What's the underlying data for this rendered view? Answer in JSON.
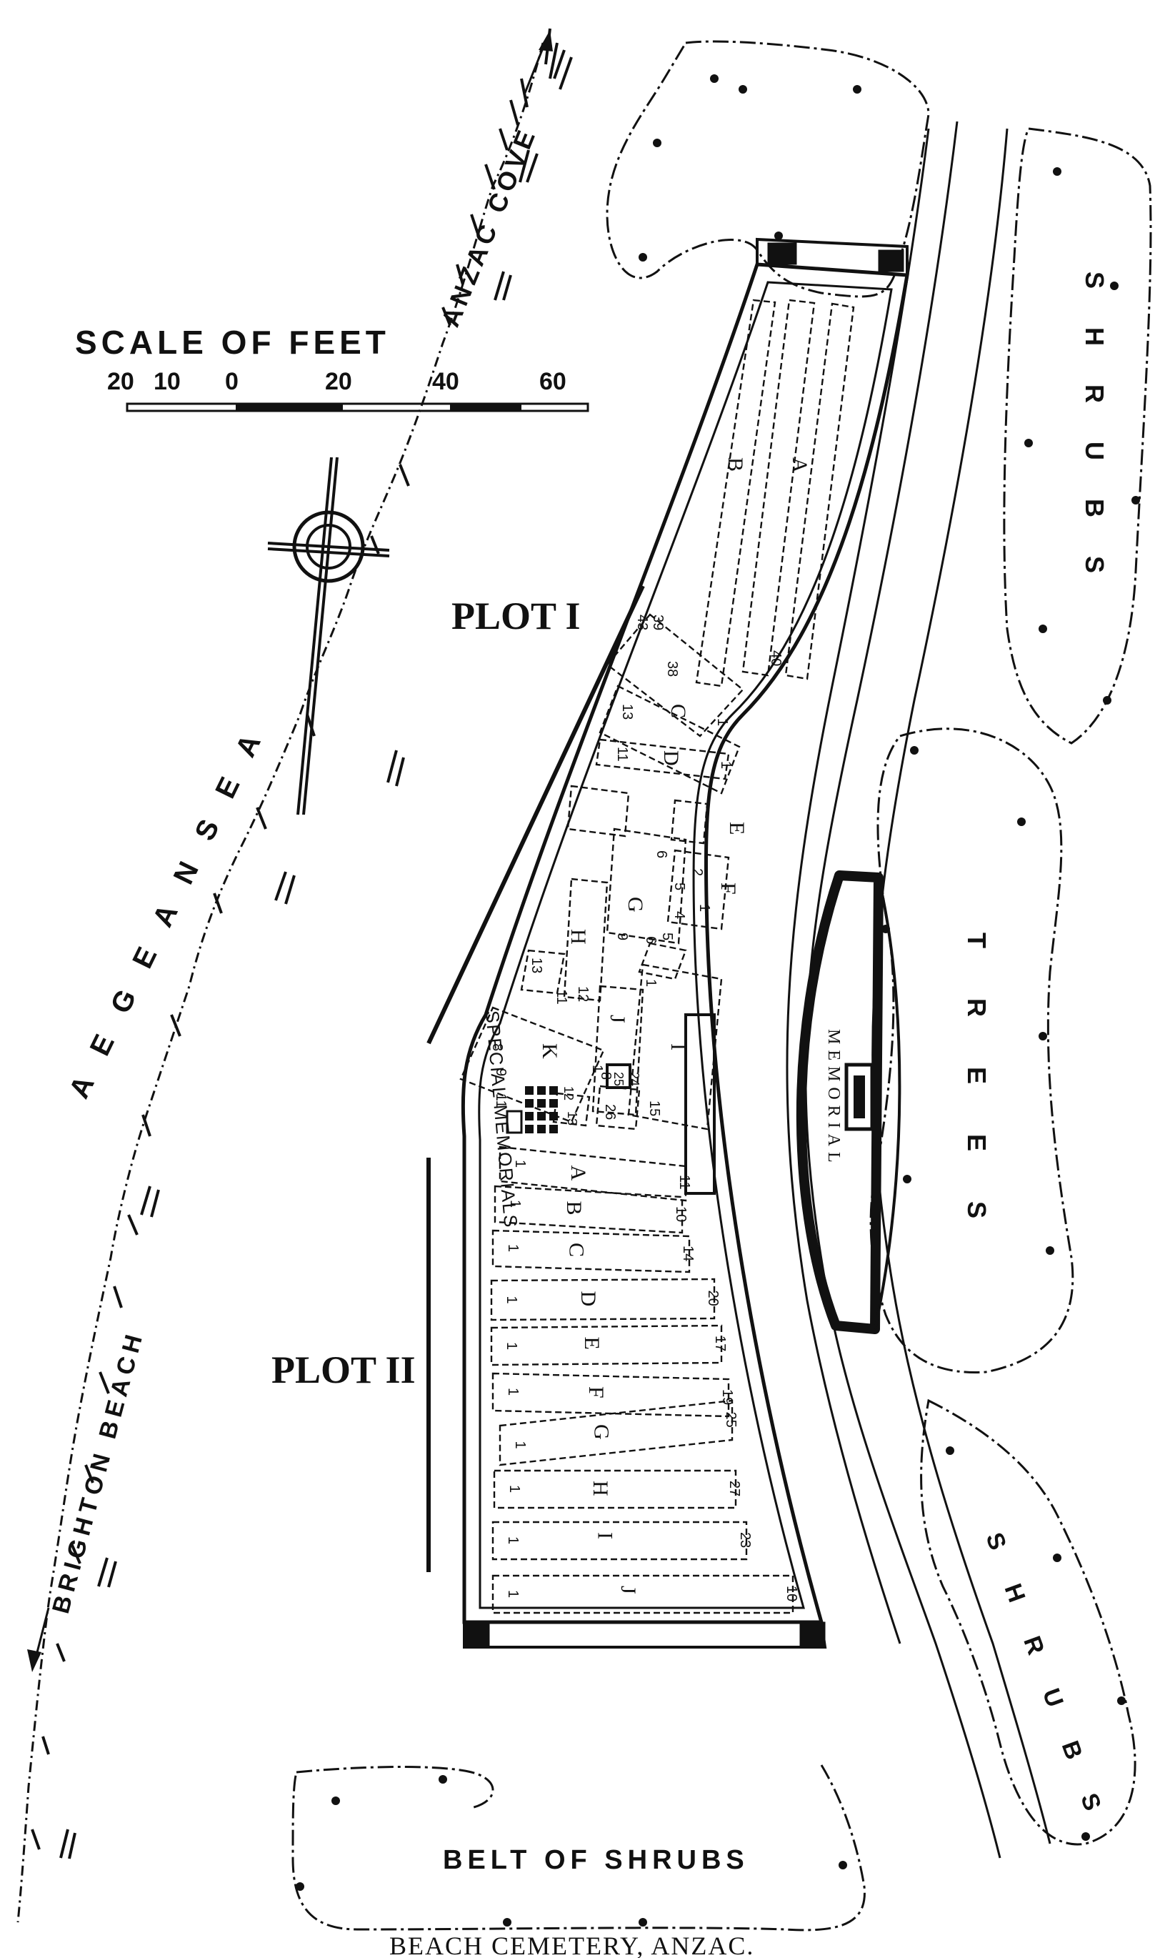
{
  "title": "BEACH CEMETERY, ANZAC.",
  "scale": {
    "heading": "SCALE OF FEET",
    "ticks": [
      "20",
      "10",
      "0",
      "20",
      "40",
      "60"
    ]
  },
  "places": {
    "anzac_cove": "ANZAC COVE",
    "aegean_sea": "A E G E A N   S E A",
    "brighton_beach": "BRIGHTON BEACH",
    "shrubs_top": "S H R U B S",
    "trees": "T R E E S",
    "shrubs_right": "S H R U B S",
    "belt_of_shrubs": "BELT OF SHRUBS",
    "memorial": "MEMORIAL",
    "special_memorials": "SPECIAL MEMORIALS"
  },
  "plots": {
    "plot1": "PLOT I",
    "plot2": "PLOT II"
  },
  "plot1_rows": {
    "A": "A",
    "B": "B",
    "C": "C",
    "D": "D",
    "E": "E",
    "F": "F",
    "G": "G",
    "H": "H",
    "I": "I",
    "J": "J",
    "K": "K"
  },
  "plot1_numbers": {
    "a40": "40",
    "b39": "39",
    "b43": "43",
    "b38": "38",
    "c13": "13",
    "c1": "1",
    "d11": "11",
    "d1": "1",
    "e6": "6",
    "e5": "5",
    "e2": "2",
    "e4": "4",
    "e1": "1",
    "g9": "9",
    "g5": "5",
    "g6": "6",
    "h12": "12",
    "h11": "11",
    "h13": "13",
    "i15": "15",
    "i1": "1",
    "i24": "24",
    "i26": "26",
    "i25": "25",
    "j8": "8",
    "k9": "9",
    "k8": "8",
    "k11": "11",
    "k13": "13",
    "k1": "1",
    "k12": "12"
  },
  "plot2_rows": [
    {
      "letter": "A",
      "end": "11"
    },
    {
      "letter": "B",
      "end": "10"
    },
    {
      "letter": "C",
      "end": "14"
    },
    {
      "letter": "D",
      "end": "20"
    },
    {
      "letter": "E",
      "end": "17"
    },
    {
      "letter": "F",
      "end": "19"
    },
    {
      "letter": "G",
      "end": "25"
    },
    {
      "letter": "H",
      "end": "27"
    },
    {
      "letter": "I",
      "end": "23"
    },
    {
      "letter": "J",
      "end": "10"
    }
  ],
  "row_start": "1"
}
